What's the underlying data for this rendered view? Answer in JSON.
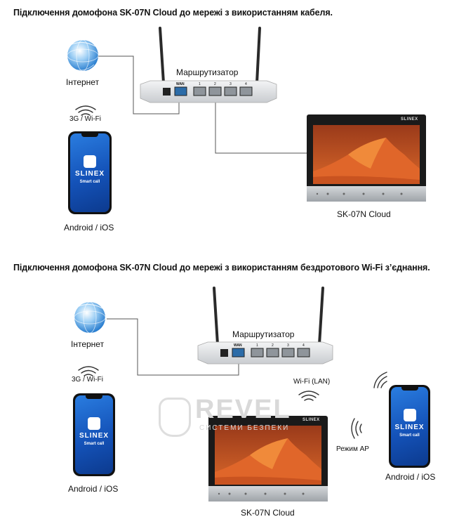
{
  "section1": {
    "title": "Підключення домофона SK-07N Cloud до мережі з використанням кабеля.",
    "internet_label": "Інтернет",
    "wireless_label": "3G / Wi-Fi",
    "router_label": "Маршрутизатор",
    "router_ports": [
      "WAN",
      "1",
      "2",
      "3",
      "4"
    ],
    "phone_brand": "SLINEX",
    "phone_app": "Smart call",
    "phone_label": "Android / iOS",
    "monitor_brand": "SLINEX",
    "monitor_label": "SK-07N Cloud"
  },
  "section2": {
    "title": "Підключення домофона SK-07N Cloud до мережі з використанням бездротового Wi-Fi з’єднання.",
    "internet_label": "Інтернет",
    "wireless_label": "3G / Wi-Fi",
    "router_label": "Маршрутизатор",
    "router_ports": [
      "WAN",
      "1",
      "2",
      "3",
      "4"
    ],
    "wifi_lan_label": "Wi-Fi (LAN)",
    "ap_mode_label": "Режим AP",
    "phone_brand": "SLINEX",
    "phone_app": "Smart call",
    "phone_left_label": "Android / iOS",
    "phone_right_label": "Android / iOS",
    "monitor_brand": "SLINEX",
    "monitor_label": "SK-07N Cloud"
  },
  "watermark": {
    "text": "REVEL",
    "subtext": "СИСТЕМИ БЕЗПЕКИ"
  },
  "colors": {
    "phone_screen": "#1a5fcc",
    "connection_line": "#555555",
    "sand": "#e0662a",
    "router_body": "#e4e6e8"
  }
}
